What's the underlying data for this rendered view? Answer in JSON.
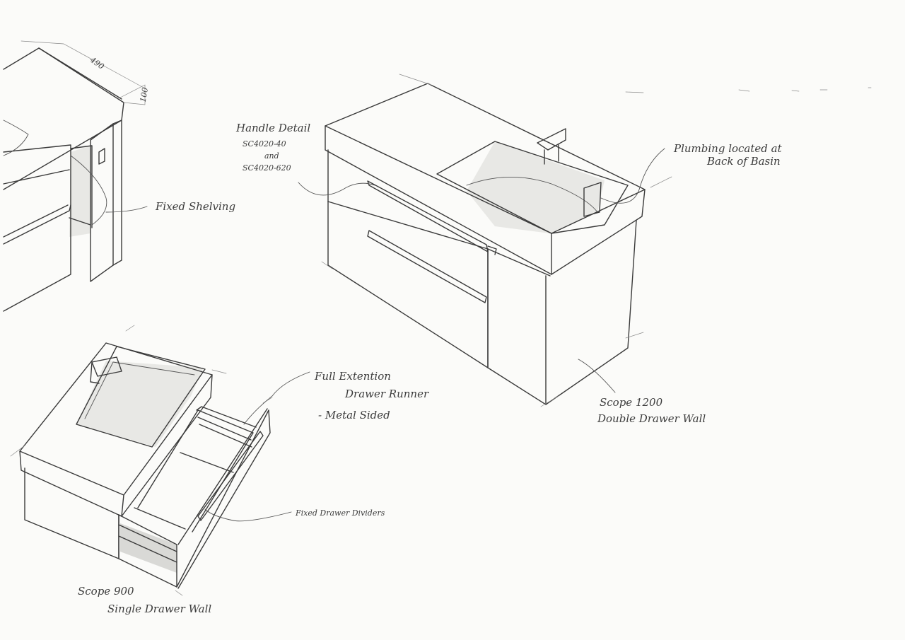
{
  "annotations": {
    "handle_detail": {
      "line1": "Handle Detail",
      "line2": "SC4020-40",
      "line3": "and",
      "line4": "SC4020-620"
    },
    "plumbing": {
      "line1": "Plumbing located at",
      "line2": "Back of Basin"
    },
    "fixed_shelving": "Fixed Shelving",
    "full_extension": {
      "line1": "Full Extention",
      "line2": "Drawer Runner"
    },
    "metal_sided": "- Metal Sided",
    "fixed_dividers": "Fixed Drawer Dividers",
    "scope_1200": {
      "line1": "Scope 1200",
      "line2": "Double Drawer Wall"
    },
    "scope_900": {
      "line1": "Scope 900",
      "line2": "Single Drawer Wall"
    },
    "dim_width": "490",
    "dim_height": "100"
  }
}
